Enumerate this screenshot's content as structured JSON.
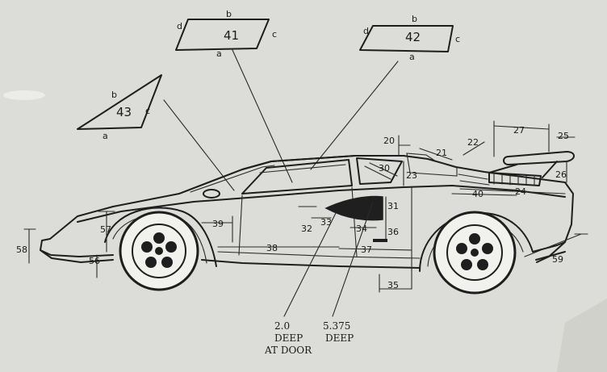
{
  "panels": [
    {
      "number": "41",
      "a": "a",
      "b": "b",
      "c": "c",
      "d": "d"
    },
    {
      "number": "42",
      "a": "a",
      "b": "b",
      "c": "c",
      "d": "d"
    },
    {
      "number": "43",
      "a": "a",
      "b": "b",
      "c": "c"
    }
  ],
  "dimensions": [
    "20",
    "21",
    "22",
    "23",
    "24",
    "25",
    "26",
    "27",
    "30",
    "31",
    "32",
    "33",
    "34",
    "35",
    "36",
    "37",
    "38",
    "39",
    "40",
    "56",
    "57",
    "58",
    "59"
  ],
  "notes": {
    "note1": [
      "2.0",
      "DEEP",
      "AT DOOR"
    ],
    "note2": [
      "5.375",
      "DEEP"
    ]
  }
}
